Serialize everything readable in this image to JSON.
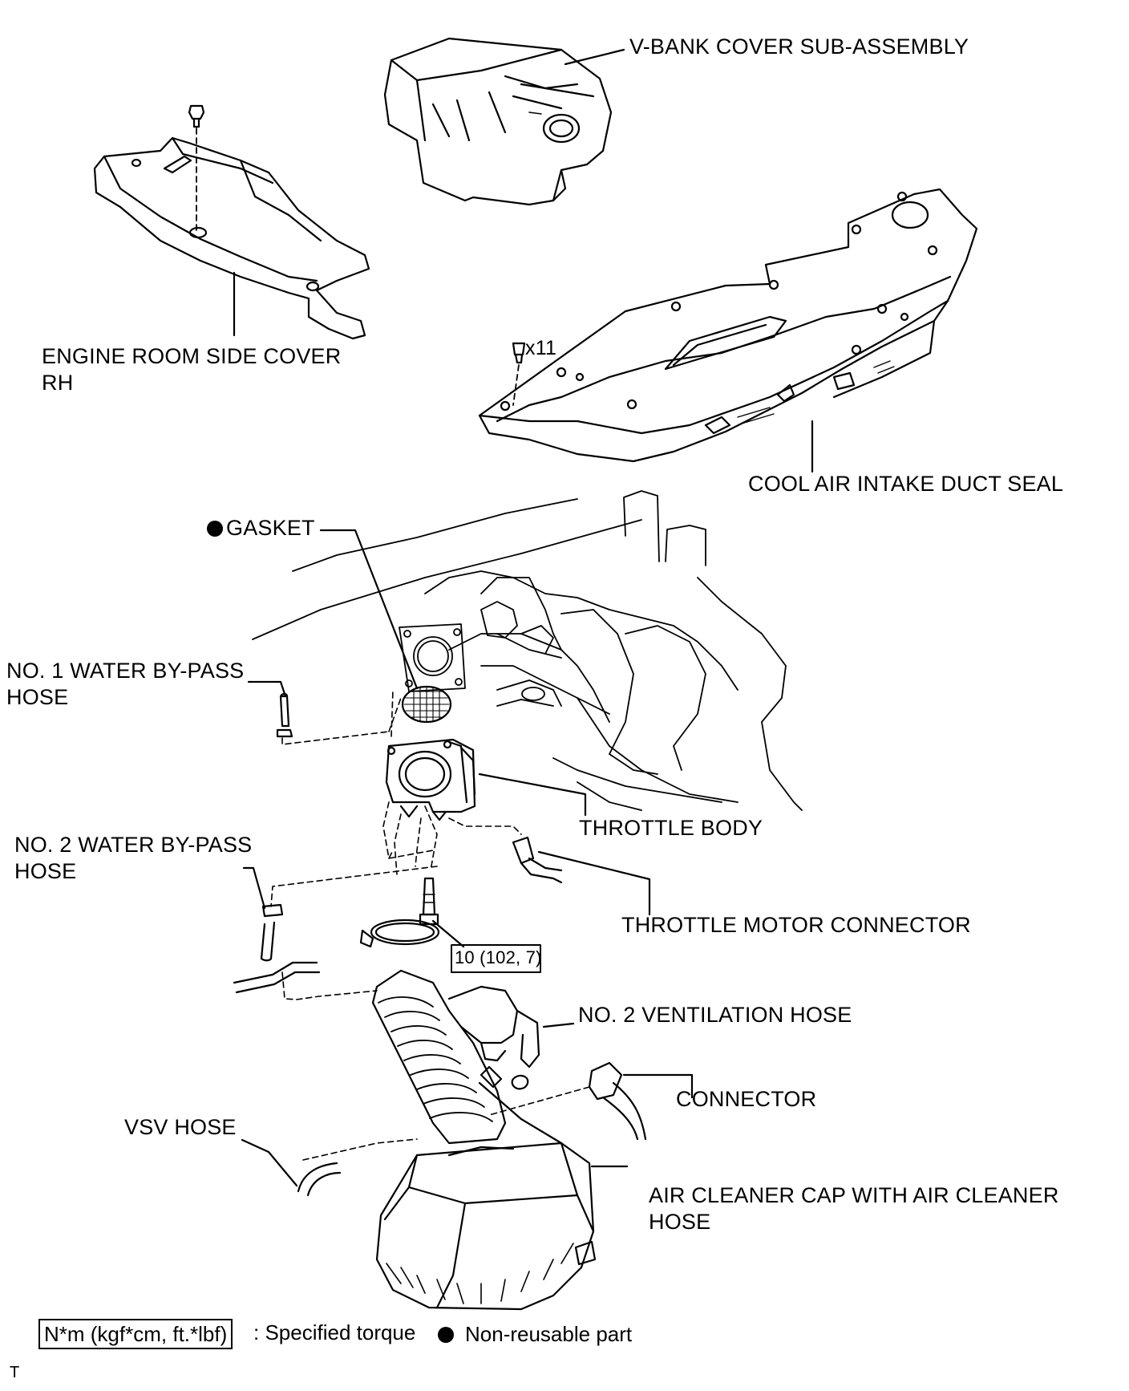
{
  "labels": {
    "v_bank_cover": "V-BANK COVER SUB-ASSEMBLY",
    "engine_room_side_cover_l1": "ENGINE ROOM SIDE COVER",
    "engine_room_side_cover_l2": "RH",
    "cool_air_intake_duct_seal": "COOL AIR INTAKE DUCT SEAL",
    "clip_count": "x11",
    "gasket": "GASKET",
    "no1_water_bypass_l1": "NO. 1 WATER BY-PASS",
    "no1_water_bypass_l2": "HOSE",
    "throttle_body": "THROTTLE BODY",
    "no2_water_bypass_l1": "NO. 2 WATER BY-PASS",
    "no2_water_bypass_l2": "HOSE",
    "throttle_motor_connector": "THROTTLE MOTOR CONNECTOR",
    "torque_value": "10 (102, 7)",
    "no2_ventilation_hose": "NO. 2 VENTILATION HOSE",
    "connector": "CONNECTOR",
    "vsv_hose": "VSV HOSE",
    "air_cleaner_cap_l1": "AIR CLEANER CAP WITH AIR CLEANER",
    "air_cleaner_cap_l2": "HOSE"
  },
  "legend": {
    "torque_unit": "N*m (kgf*cm, ft.*lbf)",
    "torque_desc": ": Specified torque",
    "non_reusable_desc": "Non-reusable part"
  },
  "corner_mark": "T"
}
